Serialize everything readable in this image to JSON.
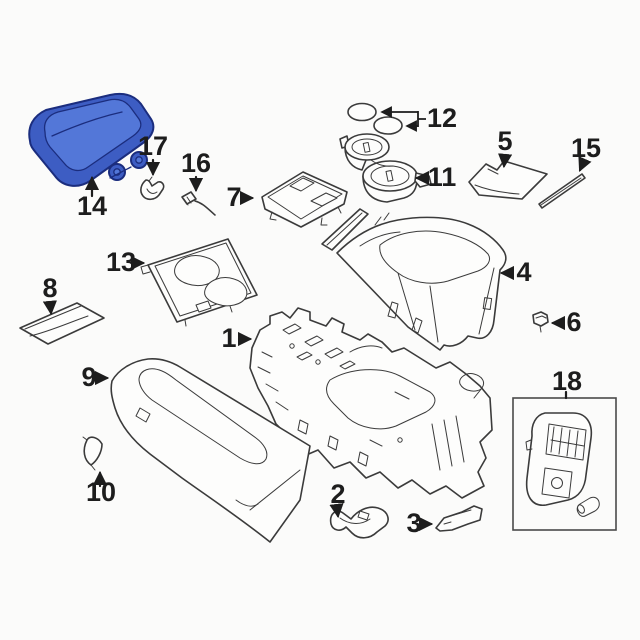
{
  "diagram": {
    "kind": "exploded-parts-diagram",
    "highlighted_part": "14",
    "colors": {
      "background": "#fbfbfa",
      "line": "#3b3b3b",
      "label_text": "#1d1d1d",
      "highlight_fill": "#3d5dc3",
      "highlight_fill_light": "#5377d8",
      "highlight_outline": "#1b2d7e",
      "box_line": "#4a4a4a"
    },
    "parts": [
      {
        "number": "1",
        "highlighted": false
      },
      {
        "number": "2",
        "highlighted": false
      },
      {
        "number": "3",
        "highlighted": false
      },
      {
        "number": "4",
        "highlighted": false
      },
      {
        "number": "5",
        "highlighted": false
      },
      {
        "number": "6",
        "highlighted": false
      },
      {
        "number": "7",
        "highlighted": false
      },
      {
        "number": "8",
        "highlighted": false
      },
      {
        "number": "9",
        "highlighted": false
      },
      {
        "number": "10",
        "highlighted": false
      },
      {
        "number": "11",
        "highlighted": false
      },
      {
        "number": "12",
        "highlighted": false
      },
      {
        "number": "13",
        "highlighted": false
      },
      {
        "number": "14",
        "highlighted": true
      },
      {
        "number": "15",
        "highlighted": false
      },
      {
        "number": "16",
        "highlighted": false
      },
      {
        "number": "17",
        "highlighted": false
      },
      {
        "number": "18",
        "highlighted": false
      }
    ]
  }
}
